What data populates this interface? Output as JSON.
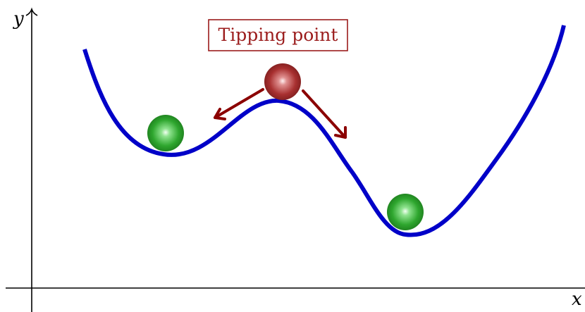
{
  "diagram": {
    "axes": {
      "x_label": "x",
      "y_label": "y"
    },
    "callout": {
      "text": "Tipping point"
    },
    "colors": {
      "curve": "#0000c8",
      "axes": "#000000",
      "callout": "#9b1c1c",
      "arrow": "#8b0000",
      "stable_ball": "#2e9e2e",
      "unstable_ball": "#a82a2a"
    },
    "balls": [
      {
        "id": "left-well",
        "state": "stable"
      },
      {
        "id": "hilltop",
        "state": "unstable"
      },
      {
        "id": "right-well",
        "state": "stable"
      }
    ]
  }
}
